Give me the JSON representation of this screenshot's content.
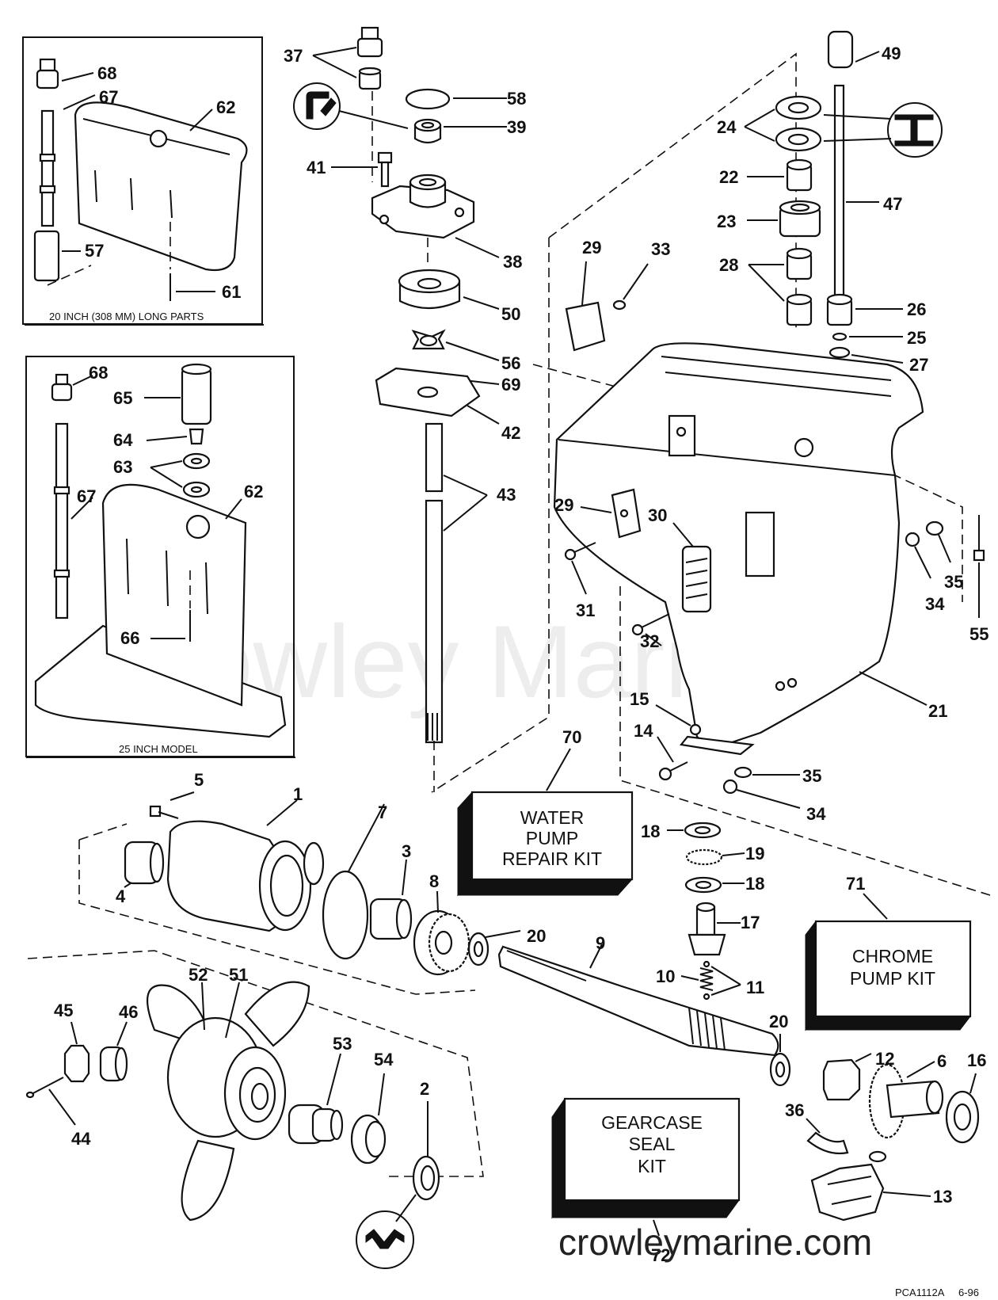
{
  "labels": {
    "n1": "1",
    "n2": "2",
    "n3": "3",
    "n4": "4",
    "n5": "5",
    "n6": "6",
    "n7": "7",
    "n8": "8",
    "n9": "9",
    "n10": "10",
    "n11": "11",
    "n12": "12",
    "n13": "13",
    "n14": "14",
    "n15": "15",
    "n16": "16",
    "n17": "17",
    "n18a": "18",
    "n18b": "18",
    "n19": "19",
    "n20a": "20",
    "n20b": "20",
    "n21": "21",
    "n22": "22",
    "n23": "23",
    "n24": "24",
    "n25": "25",
    "n26": "26",
    "n27": "27",
    "n28": "28",
    "n29a": "29",
    "n29b": "29",
    "n30": "30",
    "n31": "31",
    "n32": "32",
    "n33": "33",
    "n34a": "34",
    "n34b": "34",
    "n35a": "35",
    "n35b": "35",
    "n36": "36",
    "n37": "37",
    "n38": "38",
    "n39": "39",
    "n41": "41",
    "n42": "42",
    "n43": "43",
    "n44": "44",
    "n45": "45",
    "n46": "46",
    "n47": "47",
    "n49": "49",
    "n50": "50",
    "n51": "51",
    "n52": "52",
    "n53": "53",
    "n54": "54",
    "n55": "55",
    "n56": "56",
    "n57": "57",
    "n58": "58",
    "n61": "61",
    "n62a": "62",
    "n62b": "62",
    "n63": "63",
    "n64": "64",
    "n65": "65",
    "n66": "66",
    "n67a": "67",
    "n67b": "67",
    "n68a": "68",
    "n68b": "68",
    "n69": "69",
    "n70": "70",
    "n71": "71",
    "n72": "72"
  },
  "insets": {
    "long_parts_caption": "20 INCH (308 MM) LONG PARTS",
    "model_caption": "25 INCH MODEL"
  },
  "kits": {
    "water_pump": [
      "WATER",
      "PUMP",
      "REPAIR KIT"
    ],
    "chrome_pump": [
      "CHROME",
      "PUMP KIT"
    ],
    "gearcase_seal": [
      "GEARCASE",
      "SEAL",
      "KIT"
    ]
  },
  "footer": {
    "part_code": "PCA1112A",
    "date_code": "6-96",
    "website": "crowleymarine.com"
  },
  "watermark": "Crowley Marine"
}
